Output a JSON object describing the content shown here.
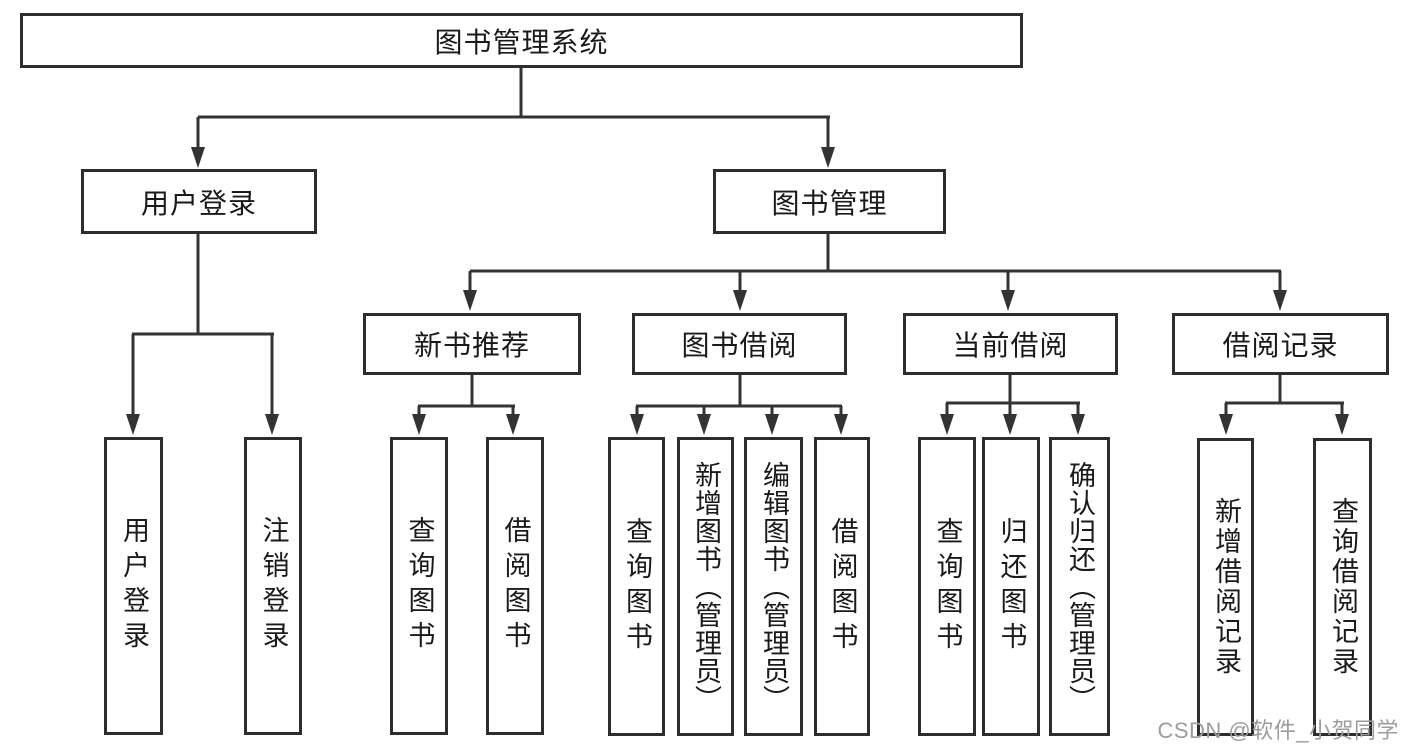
{
  "tree": {
    "root": "图书管理系统",
    "user_login": {
      "label": "用户登录",
      "children": [
        "用户登录",
        "注销登录"
      ]
    },
    "book_mgmt": {
      "label": "图书管理",
      "children": {
        "new_book_rec": {
          "label": "新书推荐",
          "children": [
            "查询图书",
            "借阅图书"
          ]
        },
        "book_borrow": {
          "label": "图书借阅",
          "children": [
            "查询图书",
            "新增图书（管理员）",
            "编辑图书（管理员）",
            "借阅图书"
          ]
        },
        "current_borrow": {
          "label": "当前借阅",
          "children": [
            "查询图书",
            "归还图书",
            "确认归还（管理员）"
          ]
        },
        "borrow_records": {
          "label": "借阅记录",
          "children": [
            "新增借阅记录",
            "查询借阅记录"
          ]
        }
      }
    }
  },
  "watermark": "CSDN @软件_小贺同学",
  "colors": {
    "line": "#333333",
    "box_border": "#2d2d2d",
    "text": "#1a1a1a",
    "watermark": "#9c9c9c",
    "background": "#ffffff"
  }
}
